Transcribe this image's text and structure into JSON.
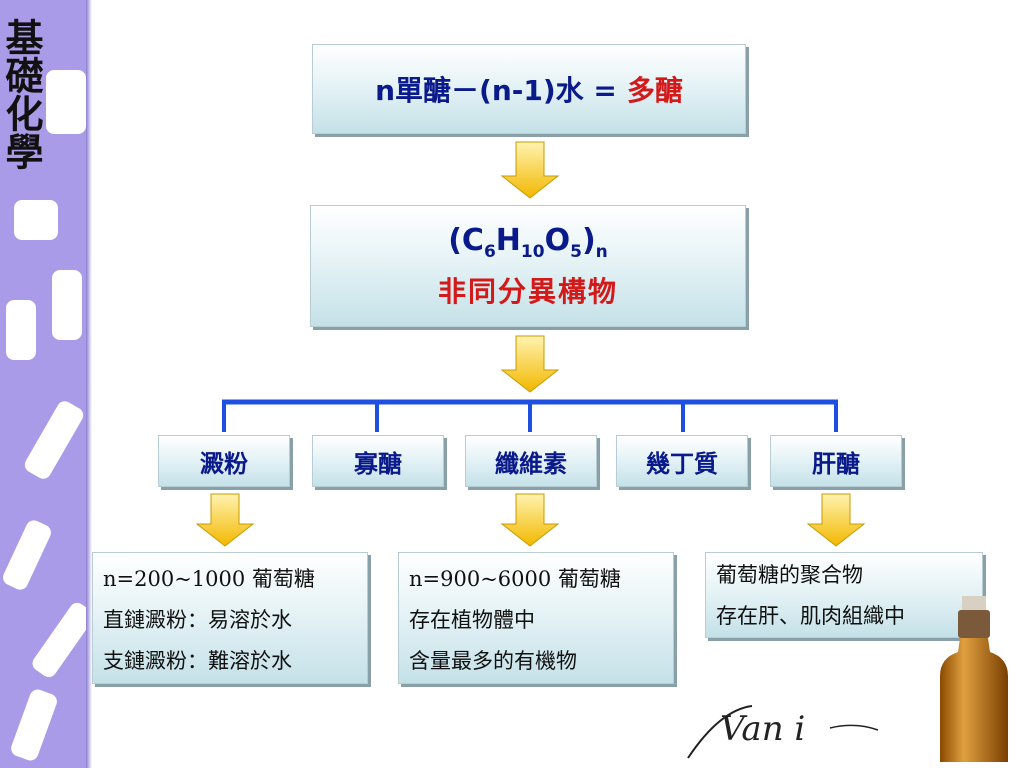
{
  "sidebar": {
    "title": "基礎化學"
  },
  "top": {
    "formula": "n單醣－(n-1)水 = ",
    "result": "多醣"
  },
  "middle": {
    "formula": {
      "open": "(C",
      "c": "6",
      "h": "H",
      "h_sub": "10",
      "o": "O",
      "o_sub": "5",
      "close": ")",
      "n": "n"
    },
    "label": "非同分異構物"
  },
  "categories": [
    "澱粉",
    "寡醣",
    "纖維素",
    "幾丁質",
    "肝醣"
  ],
  "descriptions": {
    "starch": [
      "n=200~1000 葡萄糖",
      "直鏈澱粉：易溶於水",
      "支鏈澱粉：難溶於水"
    ],
    "cellulose": [
      "n=900~6000 葡萄糖",
      "存在植物體中",
      "含量最多的有機物"
    ],
    "glycogen": [
      "葡萄糖的聚合物",
      "存在肝、肌肉組織中"
    ]
  },
  "logo": {
    "text": "Van i"
  },
  "colors": {
    "arrow": "#f5c21a",
    "connector": "#1f4fe0",
    "title_blue": "#0a1a8a",
    "accent_red": "#d21a1a",
    "strip": "#a99be8"
  }
}
